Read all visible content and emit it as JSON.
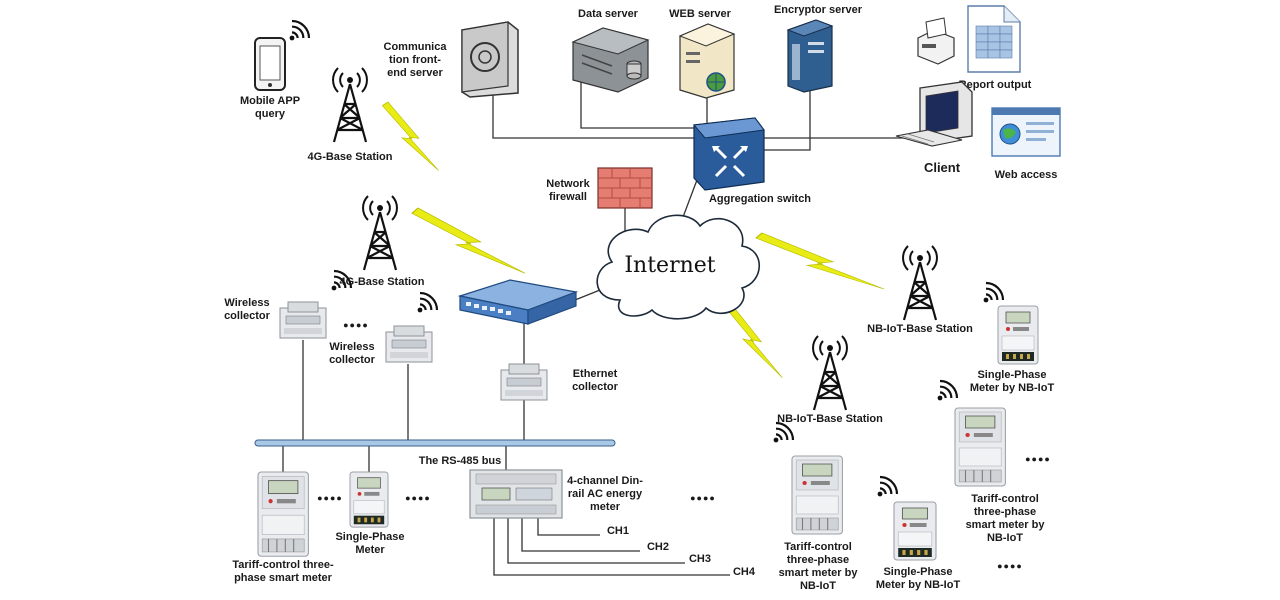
{
  "servers": {
    "comm_front_end": "Communica\ntion front-\nend server",
    "data": "Data server",
    "web": "WEB server",
    "encryptor": "Encryptor server"
  },
  "mobile": "Mobile APP\nquery",
  "base_stations": {
    "top_4g": "4G-Base Station",
    "mid_4g": "4G-Base Station",
    "nbiot_right": "NB-IoT-Base Station",
    "nbiot_mid": "NB-IoT-Base Station"
  },
  "network": {
    "firewall": "Network\nfirewall",
    "aggregation": "Aggregation switch",
    "internet": "Internet",
    "client": "Client",
    "report": "Report output",
    "web_access": "Web access"
  },
  "collectors": {
    "wireless_1": "Wireless\ncollector",
    "wireless_2": "Wireless\ncollector",
    "ethernet": "Ethernet\ncollector",
    "dots": "●●●●"
  },
  "bus": "The RS-485 bus",
  "meters": {
    "tariff_bus": "Tariff-control three-\nphase smart meter",
    "single_bus": "Single-Phase\nMeter",
    "din_rail": "4-channel Din-\nrail AC energy\nmeter",
    "channels": [
      "CH1",
      "CH2",
      "CH3",
      "CH4"
    ],
    "tariff_nb_mid": "Tariff-control\nthree-phase\nsmart meter by\nNB-IoT",
    "single_nb_mid": "Single-Phase\nMeter by NB-IoT",
    "single_nb_top": "Single-Phase\nMeter by NB-IoT",
    "tariff_nb_right": "Tariff-control\nthree-phase\nsmart meter by\nNB-IoT",
    "dots": "●●●●"
  },
  "colors": {
    "bolt": "#e8ec14",
    "switch": "#3a6fb5",
    "firewall": "#e57d73",
    "hub": "#4a7fc4"
  },
  "icons": [
    "phone-icon",
    "tower-icon",
    "server-icon",
    "switch-icon",
    "firewall-icon",
    "cloud-icon",
    "printer-icon",
    "computer-icon",
    "browser-icon",
    "meter-icon",
    "collector-icon",
    "hub-icon",
    "lightning-icon",
    "signal-icon"
  ]
}
